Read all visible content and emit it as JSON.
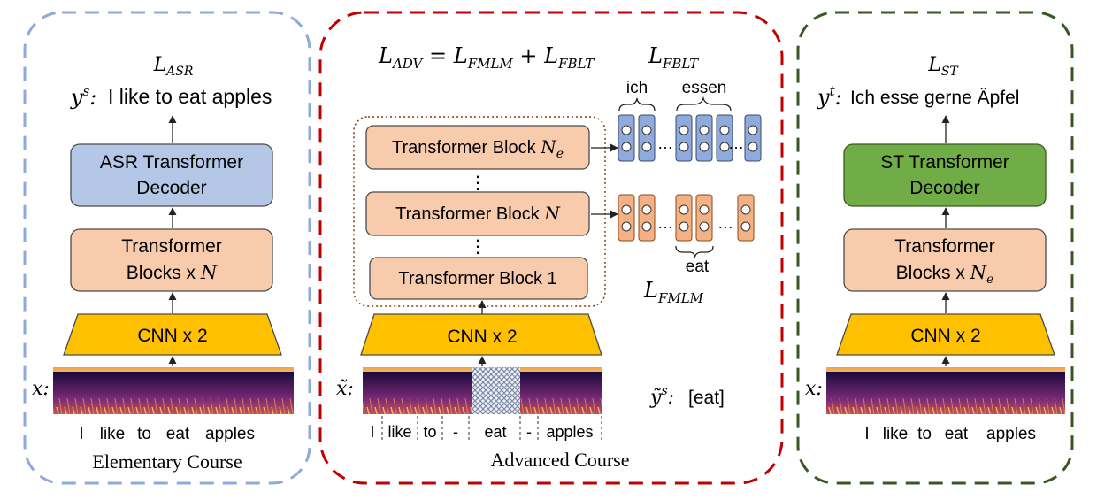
{
  "panels": {
    "elementary": {
      "loss": "L_ASR",
      "output_symbol": "y^s",
      "output_text": "I like to eat apples",
      "decoder_line1": "ASR Transformer",
      "decoder_line2": "Decoder",
      "blocks_line1": "Transformer",
      "blocks_line2": "Blocks x N",
      "cnn": "CNN x 2",
      "input_symbol": "x:",
      "input_words": [
        "I",
        "like",
        "to",
        "eat",
        "apples"
      ],
      "caption": "Elementary Course"
    },
    "advanced": {
      "equation": "L_ADV = L_FMLM + L_FBLT",
      "fblt_label": "L_FBLT",
      "fmlm_label": "L_FMLM",
      "block_ne": "Transformer Block N_e",
      "block_n": "Transformer Block N",
      "block_1": "Transformer Block 1",
      "vdots": "⋮",
      "cnn": "CNN x 2",
      "input_symbol": "x̃:",
      "input_segments": [
        "I",
        "like",
        "to",
        "-",
        "eat",
        "-",
        "apples"
      ],
      "target_label": "ỹ^s: [eat]",
      "brace_top_left": "ich",
      "brace_top_right": "essen",
      "brace_bottom": "eat",
      "ellipsis": "…",
      "caption": "Advanced Course"
    },
    "st": {
      "loss": "L_ST",
      "output_symbol": "y^t",
      "output_text": "Ich esse gerne Äpfel",
      "decoder_line1": "ST Transformer",
      "decoder_line2": "Decoder",
      "blocks_line1": "Transformer",
      "blocks_line2": "Blocks x N_e",
      "cnn": "CNN x 2",
      "input_symbol": "x:",
      "input_words": [
        "I",
        "like",
        "to",
        "eat",
        "apples"
      ]
    }
  },
  "colors": {
    "elementary_border": "#8eaadb",
    "advanced_border": "#c00000",
    "st_border": "#385723",
    "asr_decoder": "#b4c7e7",
    "st_decoder": "#70ad47",
    "transformer_block": "#f8cbad",
    "cnn": "#ffc000",
    "token_blue": "#8faadc",
    "token_orange": "#f4b183",
    "dotted_group": "#843c0c"
  }
}
